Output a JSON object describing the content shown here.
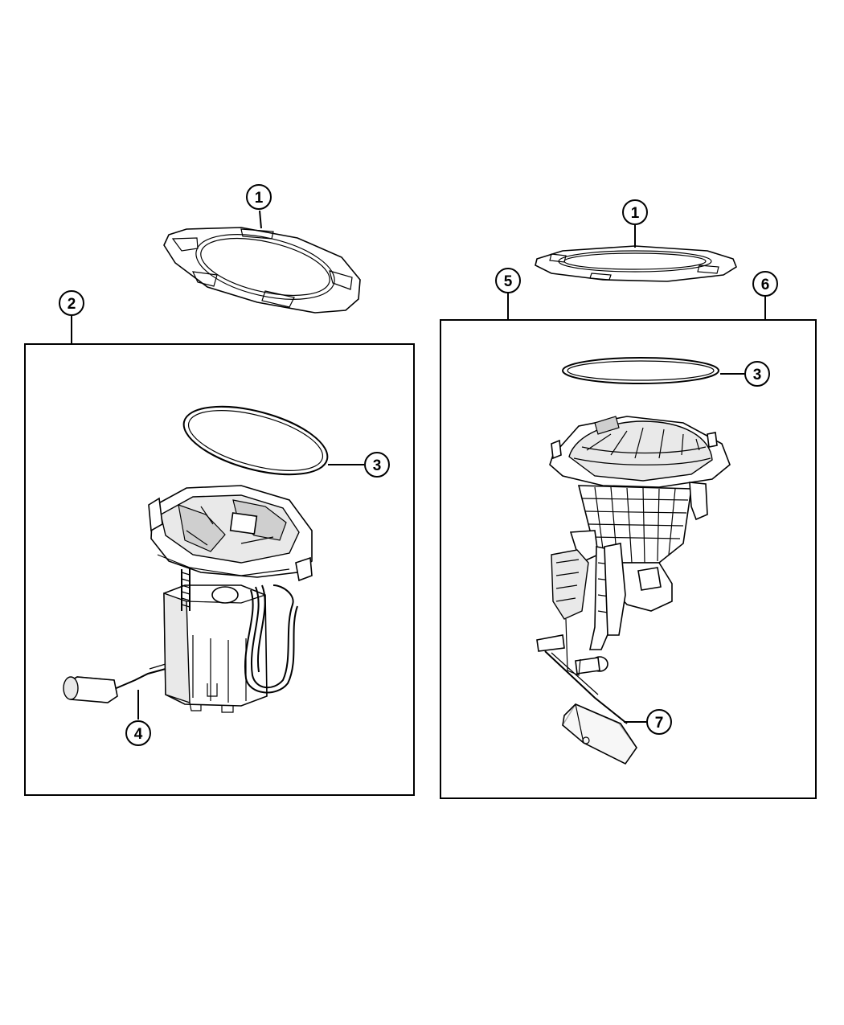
{
  "callouts": {
    "c1_left": "1",
    "c1_right": "1",
    "c2": "2",
    "c3_left": "3",
    "c3_right": "3",
    "c4": "4",
    "c5": "5",
    "c6": "6",
    "c7": "7"
  }
}
